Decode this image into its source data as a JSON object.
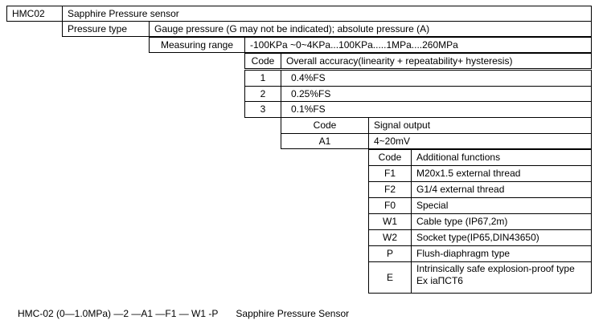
{
  "model": {
    "code": "HMC02",
    "name": "Sapphire Pressure sensor"
  },
  "pressure_type": {
    "label": "Pressure type",
    "value": "Gauge pressure (G may not be indicated); absolute pressure (A)"
  },
  "measuring_range": {
    "label": "Measuring range",
    "value": "-100KPa ~0~4KPa...100KPa.....1MPa....260MPa"
  },
  "accuracy": {
    "code_header": "Code",
    "title": "Overall accuracy(linearity + repeatability+ hysteresis)",
    "rows": [
      {
        "code": "1",
        "value": "0.4%FS"
      },
      {
        "code": "2",
        "value": "0.25%FS"
      },
      {
        "code": "3",
        "value": "0.1%FS"
      }
    ]
  },
  "signal": {
    "code_header": "Code",
    "title": "Signal output",
    "rows": [
      {
        "code": "A1",
        "value": "4~20mV"
      }
    ]
  },
  "functions": {
    "code_header": "Code",
    "title": "Additional functions",
    "rows": [
      {
        "code": "F1",
        "value": "M20x1.5 external thread"
      },
      {
        "code": "F2",
        "value": "G1/4 external thread"
      },
      {
        "code": "F0",
        "value": "Special"
      },
      {
        "code": "W1",
        "value": "Cable type (IP67,2m)"
      },
      {
        "code": "W2",
        "value": "Socket type(IP65,DIN43650)"
      },
      {
        "code": "P",
        "value": "Flush-diaphragm type"
      },
      {
        "code": "E",
        "value": "Intrinsically safe explosion-proof type",
        "value2": "Ex iaПCT6"
      }
    ]
  },
  "footer": {
    "example": "HMC-02 (0—1.0MPa) —2 —A1 —F1 — W1 -P",
    "name": "Sapphire Pressure Sensor"
  }
}
